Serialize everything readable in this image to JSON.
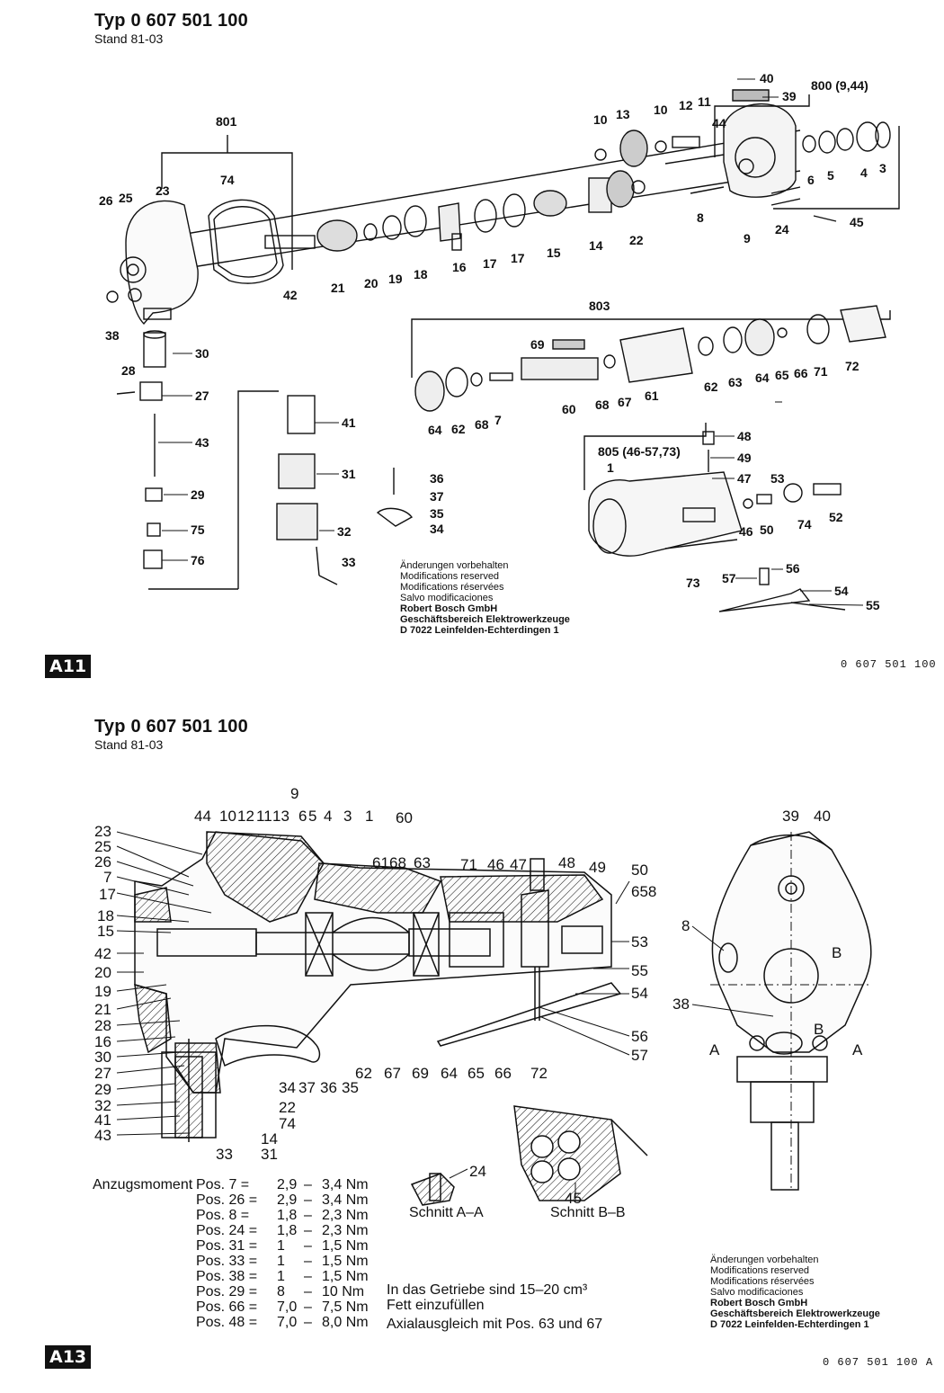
{
  "sheet1": {
    "type_label": "Typ",
    "type_number": "0 607 501 100",
    "stand": "Stand  81-03",
    "badge": "A11",
    "doc_number": "0 607 501 100",
    "callouts": [
      "40",
      "39",
      "800 (9,44)",
      "801",
      "13",
      "10",
      "12",
      "11",
      "10",
      "44",
      "3",
      "4",
      "5",
      "6",
      "26",
      "25",
      "23",
      "74",
      "42",
      "21",
      "20",
      "19",
      "18",
      "16",
      "17",
      "17",
      "15",
      "14",
      "22",
      "8",
      "9",
      "24",
      "45",
      "803",
      "38",
      "30",
      "28",
      "27",
      "43",
      "41",
      "31",
      "29",
      "75",
      "76",
      "32",
      "36",
      "37",
      "35",
      "34",
      "33",
      "69",
      "64",
      "62",
      "68",
      "7",
      "60",
      "68",
      "67",
      "61",
      "62",
      "63",
      "64",
      "65",
      "66",
      "71",
      "72",
      "805 (46-57,73)",
      "1",
      "48",
      "49",
      "47",
      "53",
      "46",
      "50",
      "74",
      "52",
      "56",
      "57",
      "73",
      "54",
      "55"
    ],
    "notice": {
      "line1": "Änderungen vorbehalten",
      "line2": "Modifications reserved",
      "line3": "Modifications réservées",
      "line4": "Salvo modificaciones",
      "company": "Robert Bosch GmbH",
      "division": "Geschäftsbereich Elektrowerkzeuge",
      "address": "D 7022 Leinfelden-Echterdingen 1"
    }
  },
  "sheet2": {
    "type_label": "Typ",
    "type_number": "0 607 501 100",
    "stand": "Stand  81-03",
    "badge": "A13",
    "doc_number": "0 607 501 100 A",
    "callouts_top": [
      "9",
      "44",
      "10",
      "12",
      "11",
      "13",
      "6",
      "5",
      "4",
      "3",
      "1",
      "60",
      "39",
      "40"
    ],
    "callouts_left": [
      "23",
      "25",
      "26",
      "7",
      "17",
      "18",
      "15",
      "42",
      "20",
      "19",
      "21",
      "28",
      "16",
      "30",
      "27",
      "29",
      "32",
      "41",
      "43"
    ],
    "callouts_inner": [
      "61",
      "68",
      "63",
      "71",
      "46",
      "47",
      "48",
      "49",
      "50",
      "658",
      "53",
      "55",
      "54",
      "56",
      "57",
      "8",
      "38"
    ],
    "callouts_bottom": [
      "62",
      "67",
      "69",
      "64",
      "65",
      "66",
      "72",
      "34",
      "37",
      "36",
      "35",
      "22",
      "74",
      "14",
      "33",
      "31"
    ],
    "section_a_label": "Schnitt A–A",
    "section_b_label": "Schnitt B–B",
    "section_a_part": "24",
    "section_b_part": "45",
    "marker_a": "A",
    "marker_b": "B",
    "torque_title": "Anzugsmoment",
    "torque_rows": [
      {
        "pos": "Pos.  7 =",
        "from": "2,9",
        "to": "3,4 Nm"
      },
      {
        "pos": "Pos. 26 =",
        "from": "2,9",
        "to": "3,4 Nm"
      },
      {
        "pos": "Pos.  8 =",
        "from": "1,8",
        "to": "2,3 Nm"
      },
      {
        "pos": "Pos. 24 =",
        "from": "1,8",
        "to": "2,3 Nm"
      },
      {
        "pos": "Pos. 31 =",
        "from": "1",
        "to": "1,5 Nm"
      },
      {
        "pos": "Pos. 33 =",
        "from": "1",
        "to": "1,5 Nm"
      },
      {
        "pos": "Pos. 38 =",
        "from": "1",
        "to": "1,5 Nm"
      },
      {
        "pos": "Pos. 29 =",
        "from": "8",
        "to": "10   Nm"
      },
      {
        "pos": "Pos. 66 =",
        "from": "7,0",
        "to": "7,5 Nm"
      },
      {
        "pos": "Pos. 48 =",
        "from": "7,0",
        "to": "8,0 Nm"
      }
    ],
    "grease_note_line1": "In das Getriebe sind 15–20 cm³",
    "grease_note_line2": "Fett einzufüllen",
    "axial_note": "Axialausgleich mit Pos. 63 und 67",
    "notice": {
      "line1": "Änderungen vorbehalten",
      "line2": "Modifications reserved",
      "line3": "Modifications réservées",
      "line4": "Salvo modificaciones",
      "company": "Robert Bosch GmbH",
      "division": "Geschäftsbereich Elektrowerkzeuge",
      "address": "D 7022 Leinfelden-Echterdingen 1"
    }
  }
}
